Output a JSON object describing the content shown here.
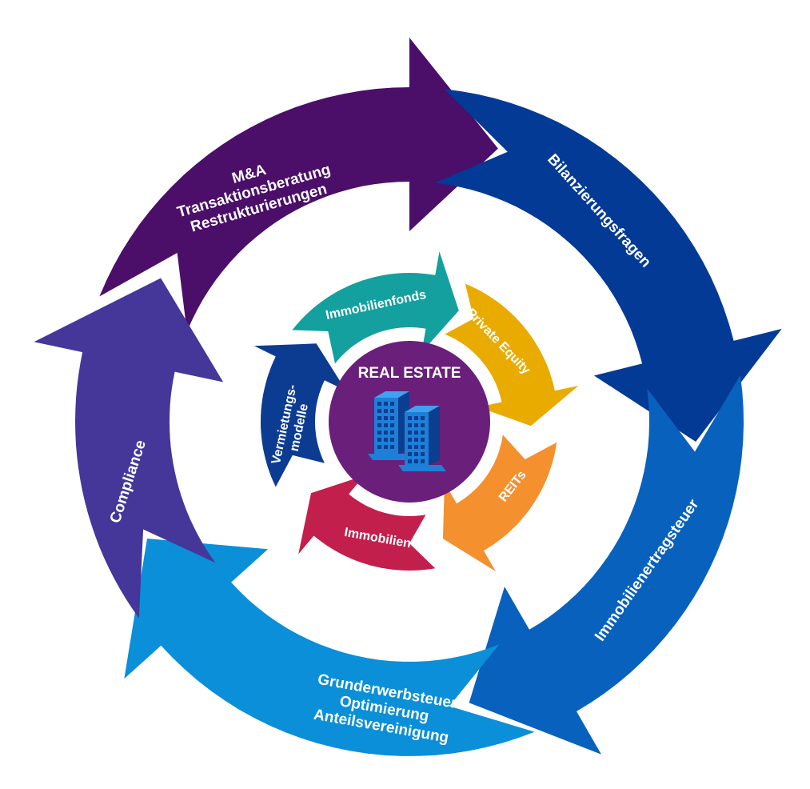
{
  "center": {
    "title": "REAL ESTATE",
    "icon": "office-buildings-icon",
    "color": "#6a1f7a",
    "icon_color": "#1e7fd8",
    "icon_dark": "#0b3e8f"
  },
  "outer_ring": [
    {
      "id": "ma",
      "lines": [
        "M&A",
        "Transaktionsberatung",
        "Restrukturierungen"
      ],
      "color": "#4b0e69"
    },
    {
      "id": "bilanz",
      "lines": [
        "Bilanzierungsfragen"
      ],
      "color": "#033a96"
    },
    {
      "id": "ertrag",
      "lines": [
        "Immobilienertragsteuer"
      ],
      "color": "#0861bd"
    },
    {
      "id": "grunderwerb",
      "lines": [
        "Grunderwerbsteuer",
        "Optimierung",
        "Anteilsvereinigung"
      ],
      "color": "#0a8fd8"
    },
    {
      "id": "compliance",
      "lines": [
        "Compliance"
      ],
      "color": "#45369a"
    }
  ],
  "inner_ring": [
    {
      "id": "fonds",
      "lines": [
        "Immobilienfonds"
      ],
      "color": "#13a09e"
    },
    {
      "id": "pe",
      "lines": [
        "Private Equity"
      ],
      "color": "#e9ab00"
    },
    {
      "id": "reits",
      "lines": [
        "REITs"
      ],
      "color": "#f5902f"
    },
    {
      "id": "ags",
      "lines": [
        "Immobilien-AGs"
      ],
      "color": "#c21f4c"
    },
    {
      "id": "vermietung",
      "lines": [
        "Vermietungs-",
        "modelle"
      ],
      "color": "#0c3c92"
    }
  ]
}
